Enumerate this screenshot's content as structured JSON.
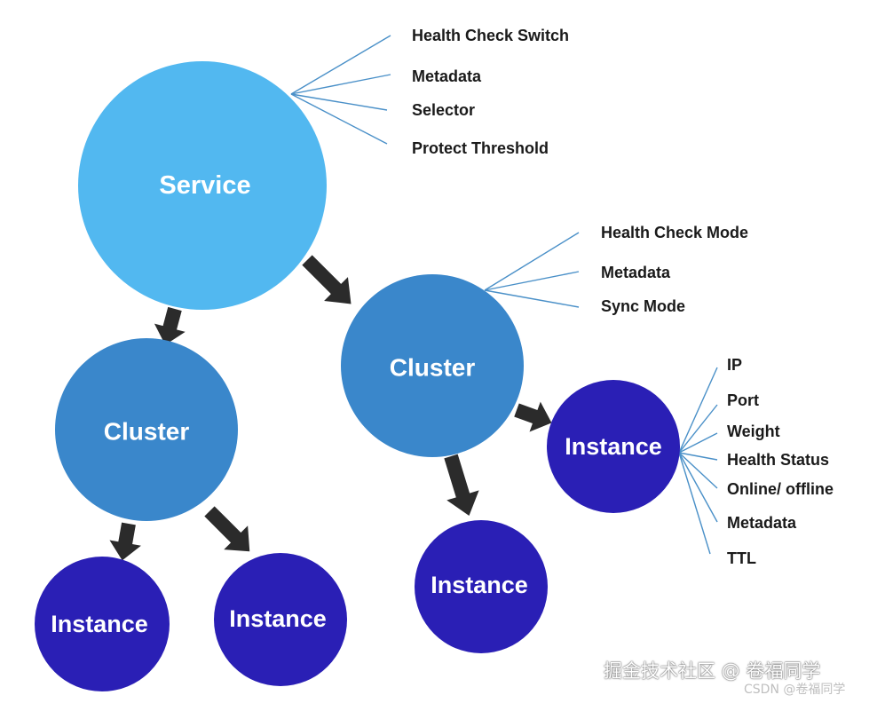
{
  "nodes": {
    "service": "Service",
    "cluster_left": "Cluster",
    "cluster_right": "Cluster",
    "instance_1": "Instance",
    "instance_2": "Instance",
    "instance_3": "Instance",
    "instance_4": "Instance"
  },
  "service_attributes": [
    "Health Check Switch",
    "Metadata",
    "Selector",
    "Protect Threshold"
  ],
  "cluster_attributes": [
    "Health Check Mode",
    "Metadata",
    "Sync Mode"
  ],
  "instance_attributes": [
    "IP",
    "Port",
    "Weight",
    "Health Status",
    "Online/ offline",
    "Metadata",
    "TTL"
  ],
  "colors": {
    "service": "#52b8f0",
    "cluster": "#3a87cb",
    "instance": "#2a1fb5",
    "connector": "#4a90c8",
    "arrow": "#2b2b2b"
  },
  "watermark": {
    "primary": "掘金技术社区 @ 卷福同学",
    "secondary": "CSDN @卷福同学"
  }
}
